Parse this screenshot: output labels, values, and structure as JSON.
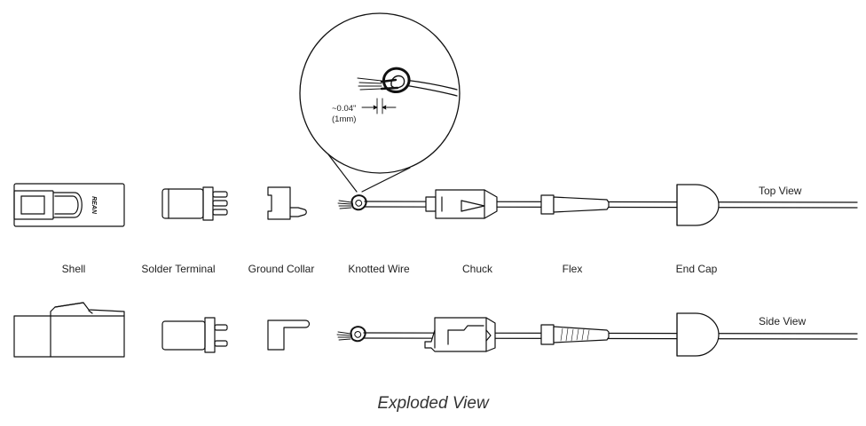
{
  "components": {
    "shell": "Shell",
    "solder_terminal": "Solder Terminal",
    "ground_collar": "Ground Collar",
    "knotted_wire": "Knotted Wire",
    "chuck": "Chuck",
    "flex": "Flex",
    "end_cap": "End Cap"
  },
  "views": {
    "top": "Top View",
    "side": "Side View"
  },
  "detail": {
    "dimension_inch": "~0.04\"",
    "dimension_mm": "(1mm)"
  },
  "shell_logo": "REAN",
  "title": "Exploded View"
}
